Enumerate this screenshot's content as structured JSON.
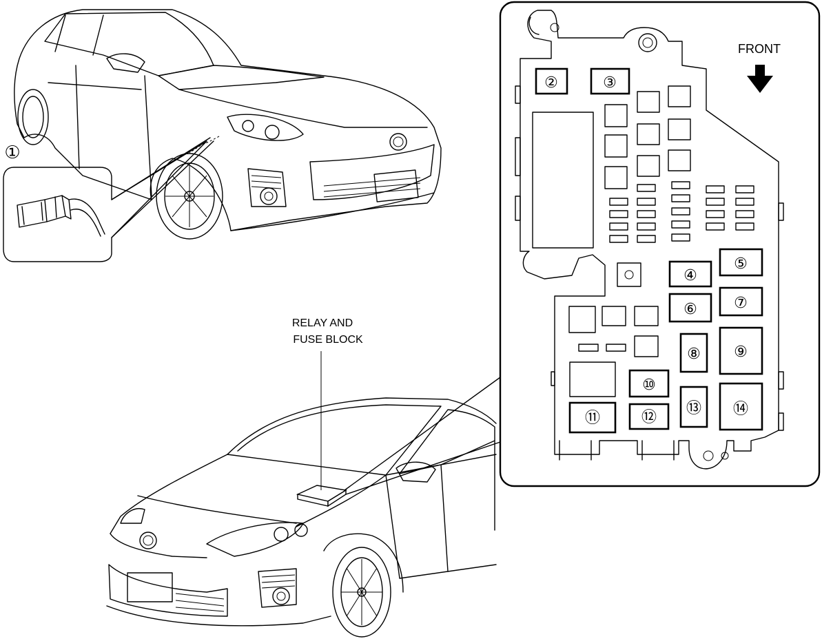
{
  "callout_1": "①",
  "relay_label_line1": "RELAY AND",
  "relay_label_line2": "FUSE BLOCK",
  "front_label": "FRONT",
  "positions": {
    "p2": "②",
    "p3": "③",
    "p4": "④",
    "p5": "⑤",
    "p6": "⑥",
    "p7": "⑦",
    "p8": "⑧",
    "p9": "⑨",
    "p10": "⑩",
    "p11": "⑪",
    "p12": "⑫",
    "p13": "⑬",
    "p14": "⑭"
  }
}
